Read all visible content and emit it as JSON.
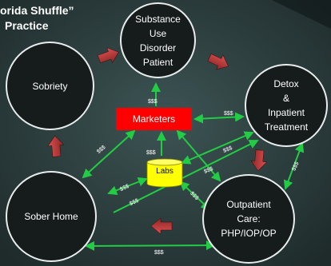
{
  "title": {
    "line1": "orida Shuffle”",
    "line2": "Practice"
  },
  "nodes": {
    "substance": {
      "lines": [
        "Substance",
        "Use",
        "Disorder",
        "Patient"
      ]
    },
    "detox": {
      "lines": [
        "Detox",
        "&",
        "Inpatient",
        "Treatment"
      ]
    },
    "sobriety": {
      "label": "Sobriety"
    },
    "sober_home": {
      "label": "Sober Home"
    },
    "outpatient": {
      "lines": [
        "Outpatient",
        "Care:",
        "PHP/IOP/OP"
      ]
    },
    "marketers": {
      "label": "Marketers"
    },
    "labs": {
      "label": "Labs"
    }
  },
  "money_label": "$$$",
  "colors": {
    "background_dark": "#203030",
    "background_light": "#3a5050",
    "circle_fill": "#161b1b",
    "marketers_red": "#ff0000",
    "labs_yellow": "#ffff00",
    "green_arrow": "#22cc44",
    "cycle_arrow": "#c83c3c"
  }
}
